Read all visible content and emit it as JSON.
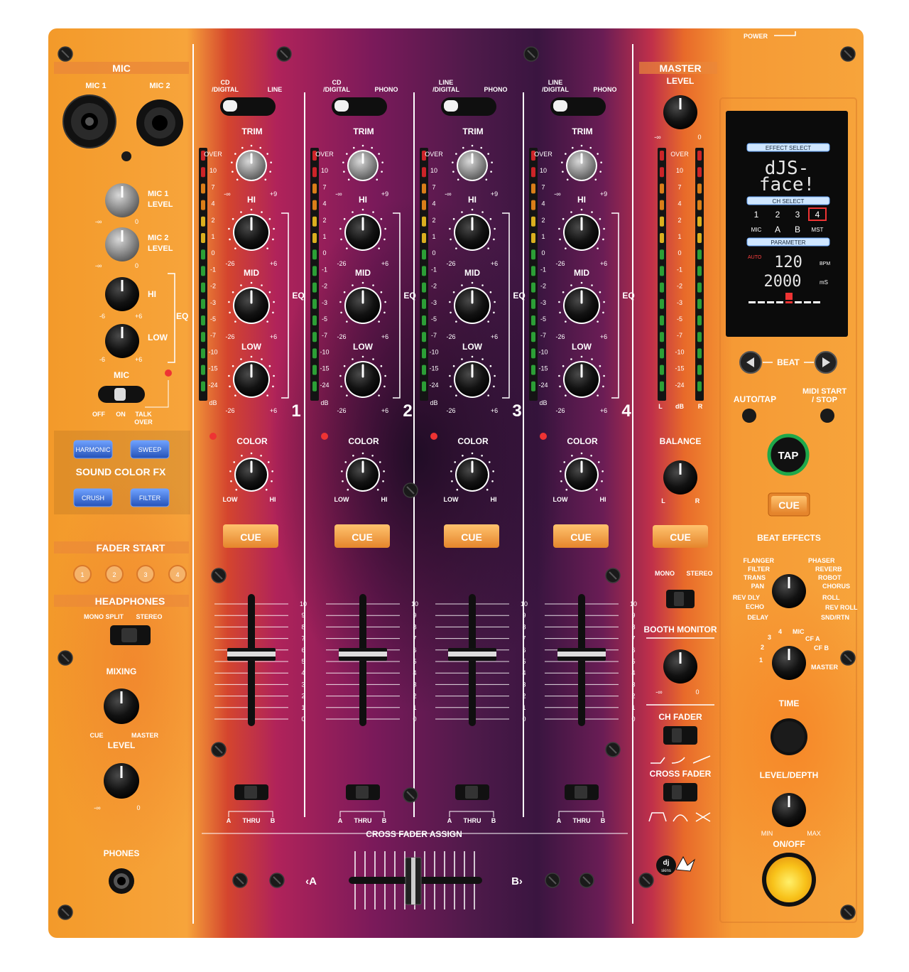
{
  "sections": {
    "mic": "MIC",
    "master": "MASTER",
    "power": "POWER",
    "fader_start": "FADER START",
    "headphones": "HEADPHONES",
    "sound_color_fx": "SOUND COLOR FX",
    "beat_effects": "BEAT EFFECTS",
    "cross_fader_assign": "CROSS FADER ASSIGN",
    "booth_monitor": "BOOTH MONITOR",
    "ch_fader": "CH FADER",
    "cross_fader": "CROSS FADER",
    "balance": "BALANCE",
    "color": "COLOR"
  },
  "mic": {
    "mic1": "MIC 1",
    "mic2": "MIC 2",
    "mic1_level": [
      "MIC 1",
      "LEVEL"
    ],
    "mic2_level": [
      "MIC 2",
      "LEVEL"
    ],
    "hi": "HI",
    "low": "LOW",
    "eq": "EQ",
    "switch": [
      "OFF",
      "ON",
      "TALK",
      "OVER"
    ],
    "minus_inf": "-∞",
    "zero": "0",
    "minus6": "-6",
    "plus6": "+6"
  },
  "fx_buttons": [
    "HARMONIC",
    "SWEEP",
    "CRUSH",
    "FILTER"
  ],
  "fader_start_buttons": [
    "1",
    "2",
    "3",
    "4"
  ],
  "headphones": {
    "mono_split": "MONO SPLIT",
    "stereo": "STEREO",
    "mixing": "MIXING",
    "cue": "CUE",
    "master": "MASTER",
    "level": "LEVEL",
    "minus_inf": "-∞",
    "zero": "0",
    "phones": "PHONES"
  },
  "channels": [
    {
      "number": "1",
      "src_left": [
        "CD",
        "/DIGITAL"
      ],
      "src_right": "LINE"
    },
    {
      "number": "2",
      "src_left": [
        "CD",
        "/DIGITAL"
      ],
      "src_right": "PHONO"
    },
    {
      "number": "3",
      "src_left": [
        "LINE",
        "/DIGITAL"
      ],
      "src_right": "PHONO"
    },
    {
      "number": "4",
      "src_left": [
        "LINE",
        "/DIGITAL"
      ],
      "src_right": "PHONO"
    }
  ],
  "channel_labels": {
    "trim": "TRIM",
    "hi": "HI",
    "mid": "MID",
    "low": "LOW",
    "eq": "EQ",
    "minus_inf": "-∞",
    "plus9": "+9",
    "minus26": "-26",
    "plus6": "+6",
    "color_low": "LOW",
    "color_hi": "HI",
    "cue": "CUE",
    "assign": [
      "A",
      "THRU",
      "B"
    ]
  },
  "meter_scale": [
    "OVER",
    "10",
    "7",
    "4",
    "2",
    "1",
    "0",
    "-1",
    "-2",
    "-3",
    "-5",
    "-7",
    "-10",
    "-15",
    "-24",
    "dB"
  ],
  "fader_scale": [
    "10",
    "9",
    "8",
    "7",
    "6",
    "5",
    "4",
    "3",
    "2",
    "1",
    "0"
  ],
  "master": {
    "level": "LEVEL",
    "minus_inf": "-∞",
    "zero": "0",
    "l": "L",
    "r": "R",
    "db": "dB",
    "cue": "CUE",
    "mono": "MONO",
    "stereo": "STEREO",
    "booth_minus_inf": "-∞",
    "booth_zero": "0"
  },
  "crossfader": {
    "a": "‹A",
    "b": "B›"
  },
  "display": {
    "effect_select": "EFFECT SELECT",
    "line1": "dJS-",
    "line2": "face!",
    "ch_select": "CH SELECT",
    "channels": [
      "1",
      "2",
      "3",
      "4"
    ],
    "selected_channel": "4",
    "inputs": [
      "MIC",
      "A",
      "B",
      "MST"
    ],
    "parameter": "PARAMETER",
    "auto": "AUTO",
    "bpm_value": "120",
    "bpm_unit": "BPM",
    "ms_value": "2000",
    "ms_unit": "mS"
  },
  "fx": {
    "beat": "BEAT",
    "auto_tap": "AUTO/TAP",
    "midi_start_stop": [
      "MIDI START",
      "/ STOP"
    ],
    "tap": "TAP",
    "cue": "CUE",
    "effects_left": [
      "FLANGER",
      "FILTER",
      "TRANS",
      "PAN",
      "REV DLY",
      "ECHO",
      "DELAY"
    ],
    "effects_right": [
      "PHASER",
      "REVERB",
      "ROBOT",
      "CHORUS",
      "ROLL",
      "REV ROLL",
      "SND/RTN"
    ],
    "channel_select_left": [
      "1",
      "2",
      "3",
      "4"
    ],
    "channel_select_right": [
      "MIC",
      "CF A",
      "CF B",
      "MASTER"
    ],
    "time": "TIME",
    "level_depth": "LEVEL/DEPTH",
    "min": "MIN",
    "max": "MAX",
    "on_off": "ON/OFF"
  },
  "brand": [
    "dj",
    "skins"
  ],
  "colors": {
    "accent_orange": "#f7a43b",
    "cue_button": "#f5a048",
    "fx_button_blue": "#3a6fd0",
    "tap_green": "#1fa84a",
    "display_bg": "#0b0b0b",
    "onoff_yellow": "#f8d21a"
  }
}
